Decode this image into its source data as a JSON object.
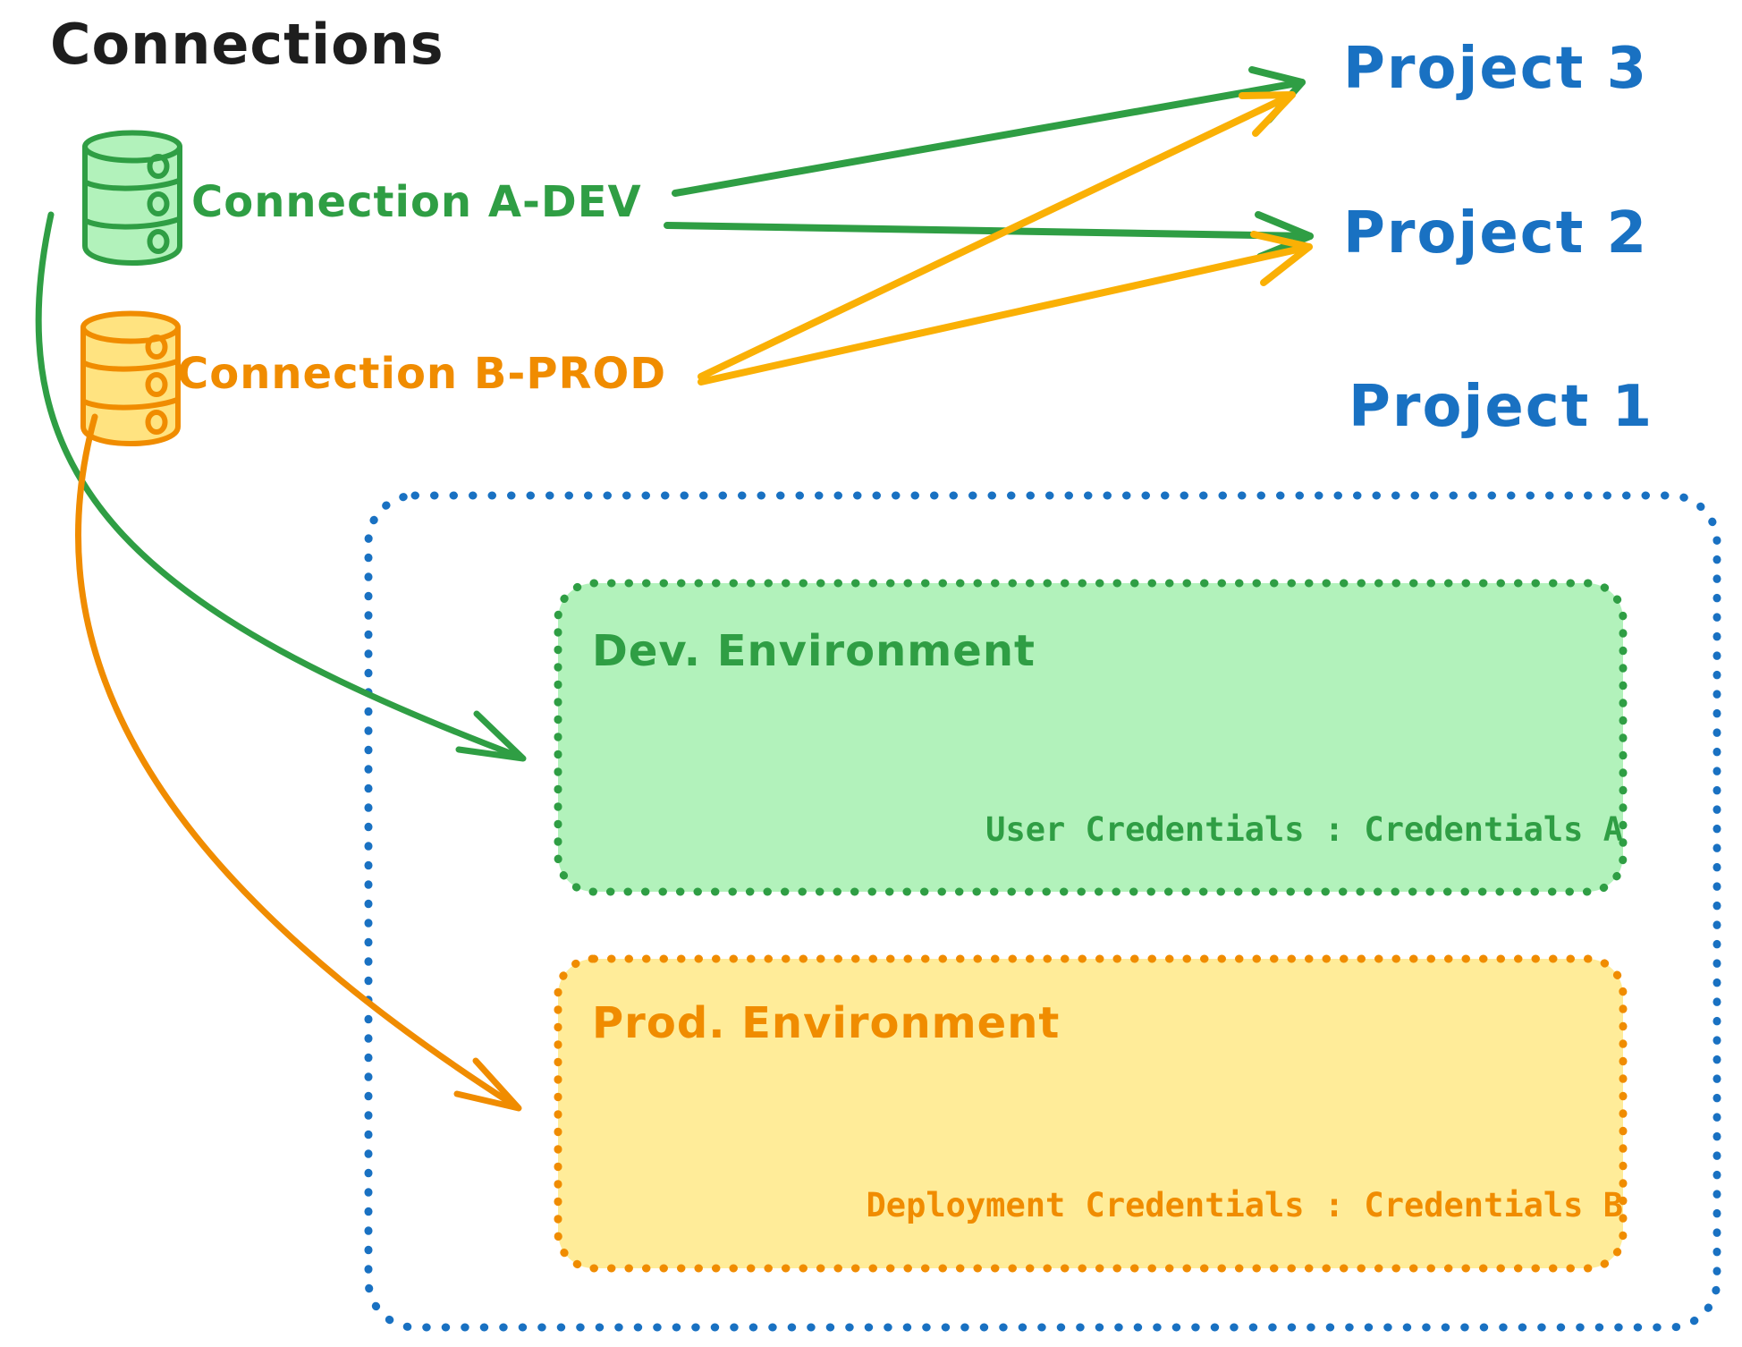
{
  "title": "Connections",
  "connections": [
    {
      "label": "Connection A-DEV",
      "type": "database",
      "color": "#2f9e44",
      "fill": "#b2f2bb"
    },
    {
      "label": "Connection B-PROD",
      "type": "database",
      "color": "#f08c00",
      "fill": "#ffe380"
    }
  ],
  "projects": [
    {
      "label": "Project 3"
    },
    {
      "label": "Project 2"
    },
    {
      "label": "Project 1"
    }
  ],
  "project1_detail": {
    "environments": [
      {
        "name": "Dev. Environment",
        "credentials_label": "User Credentials : Credentials A",
        "stroke": "#2f9e44",
        "fill": "#b2f2bb"
      },
      {
        "name": "Prod. Environment",
        "credentials_label": "Deployment Credentials : Credentials B",
        "stroke": "#f08c00",
        "fill": "#ffec99"
      }
    ]
  },
  "arrows": [
    {
      "from": "Connection A-DEV",
      "to": "Project 3",
      "color": "#2f9e44",
      "style": "straight"
    },
    {
      "from": "Connection A-DEV",
      "to": "Project 2",
      "color": "#2f9e44",
      "style": "straight"
    },
    {
      "from": "Connection B-PROD",
      "to": "Project 3",
      "color": "#fab005",
      "style": "straight"
    },
    {
      "from": "Connection B-PROD",
      "to": "Project 2",
      "color": "#fab005",
      "style": "straight"
    },
    {
      "from": "Connection A-DEV",
      "to": "Dev. Environment",
      "color": "#2f9e44",
      "style": "curved"
    },
    {
      "from": "Connection B-PROD",
      "to": "Prod. Environment",
      "color": "#f08c00",
      "style": "curved"
    }
  ],
  "colors": {
    "text": "#1e1e1e",
    "blue": "#1971c2",
    "green": "#2f9e44",
    "green_fill": "#b2f2bb",
    "orange": "#f08c00",
    "orange_fill": "#ffec99",
    "orange_db_fill": "#ffe380",
    "orange_arrow": "#fab005",
    "background": "#ffffff"
  }
}
